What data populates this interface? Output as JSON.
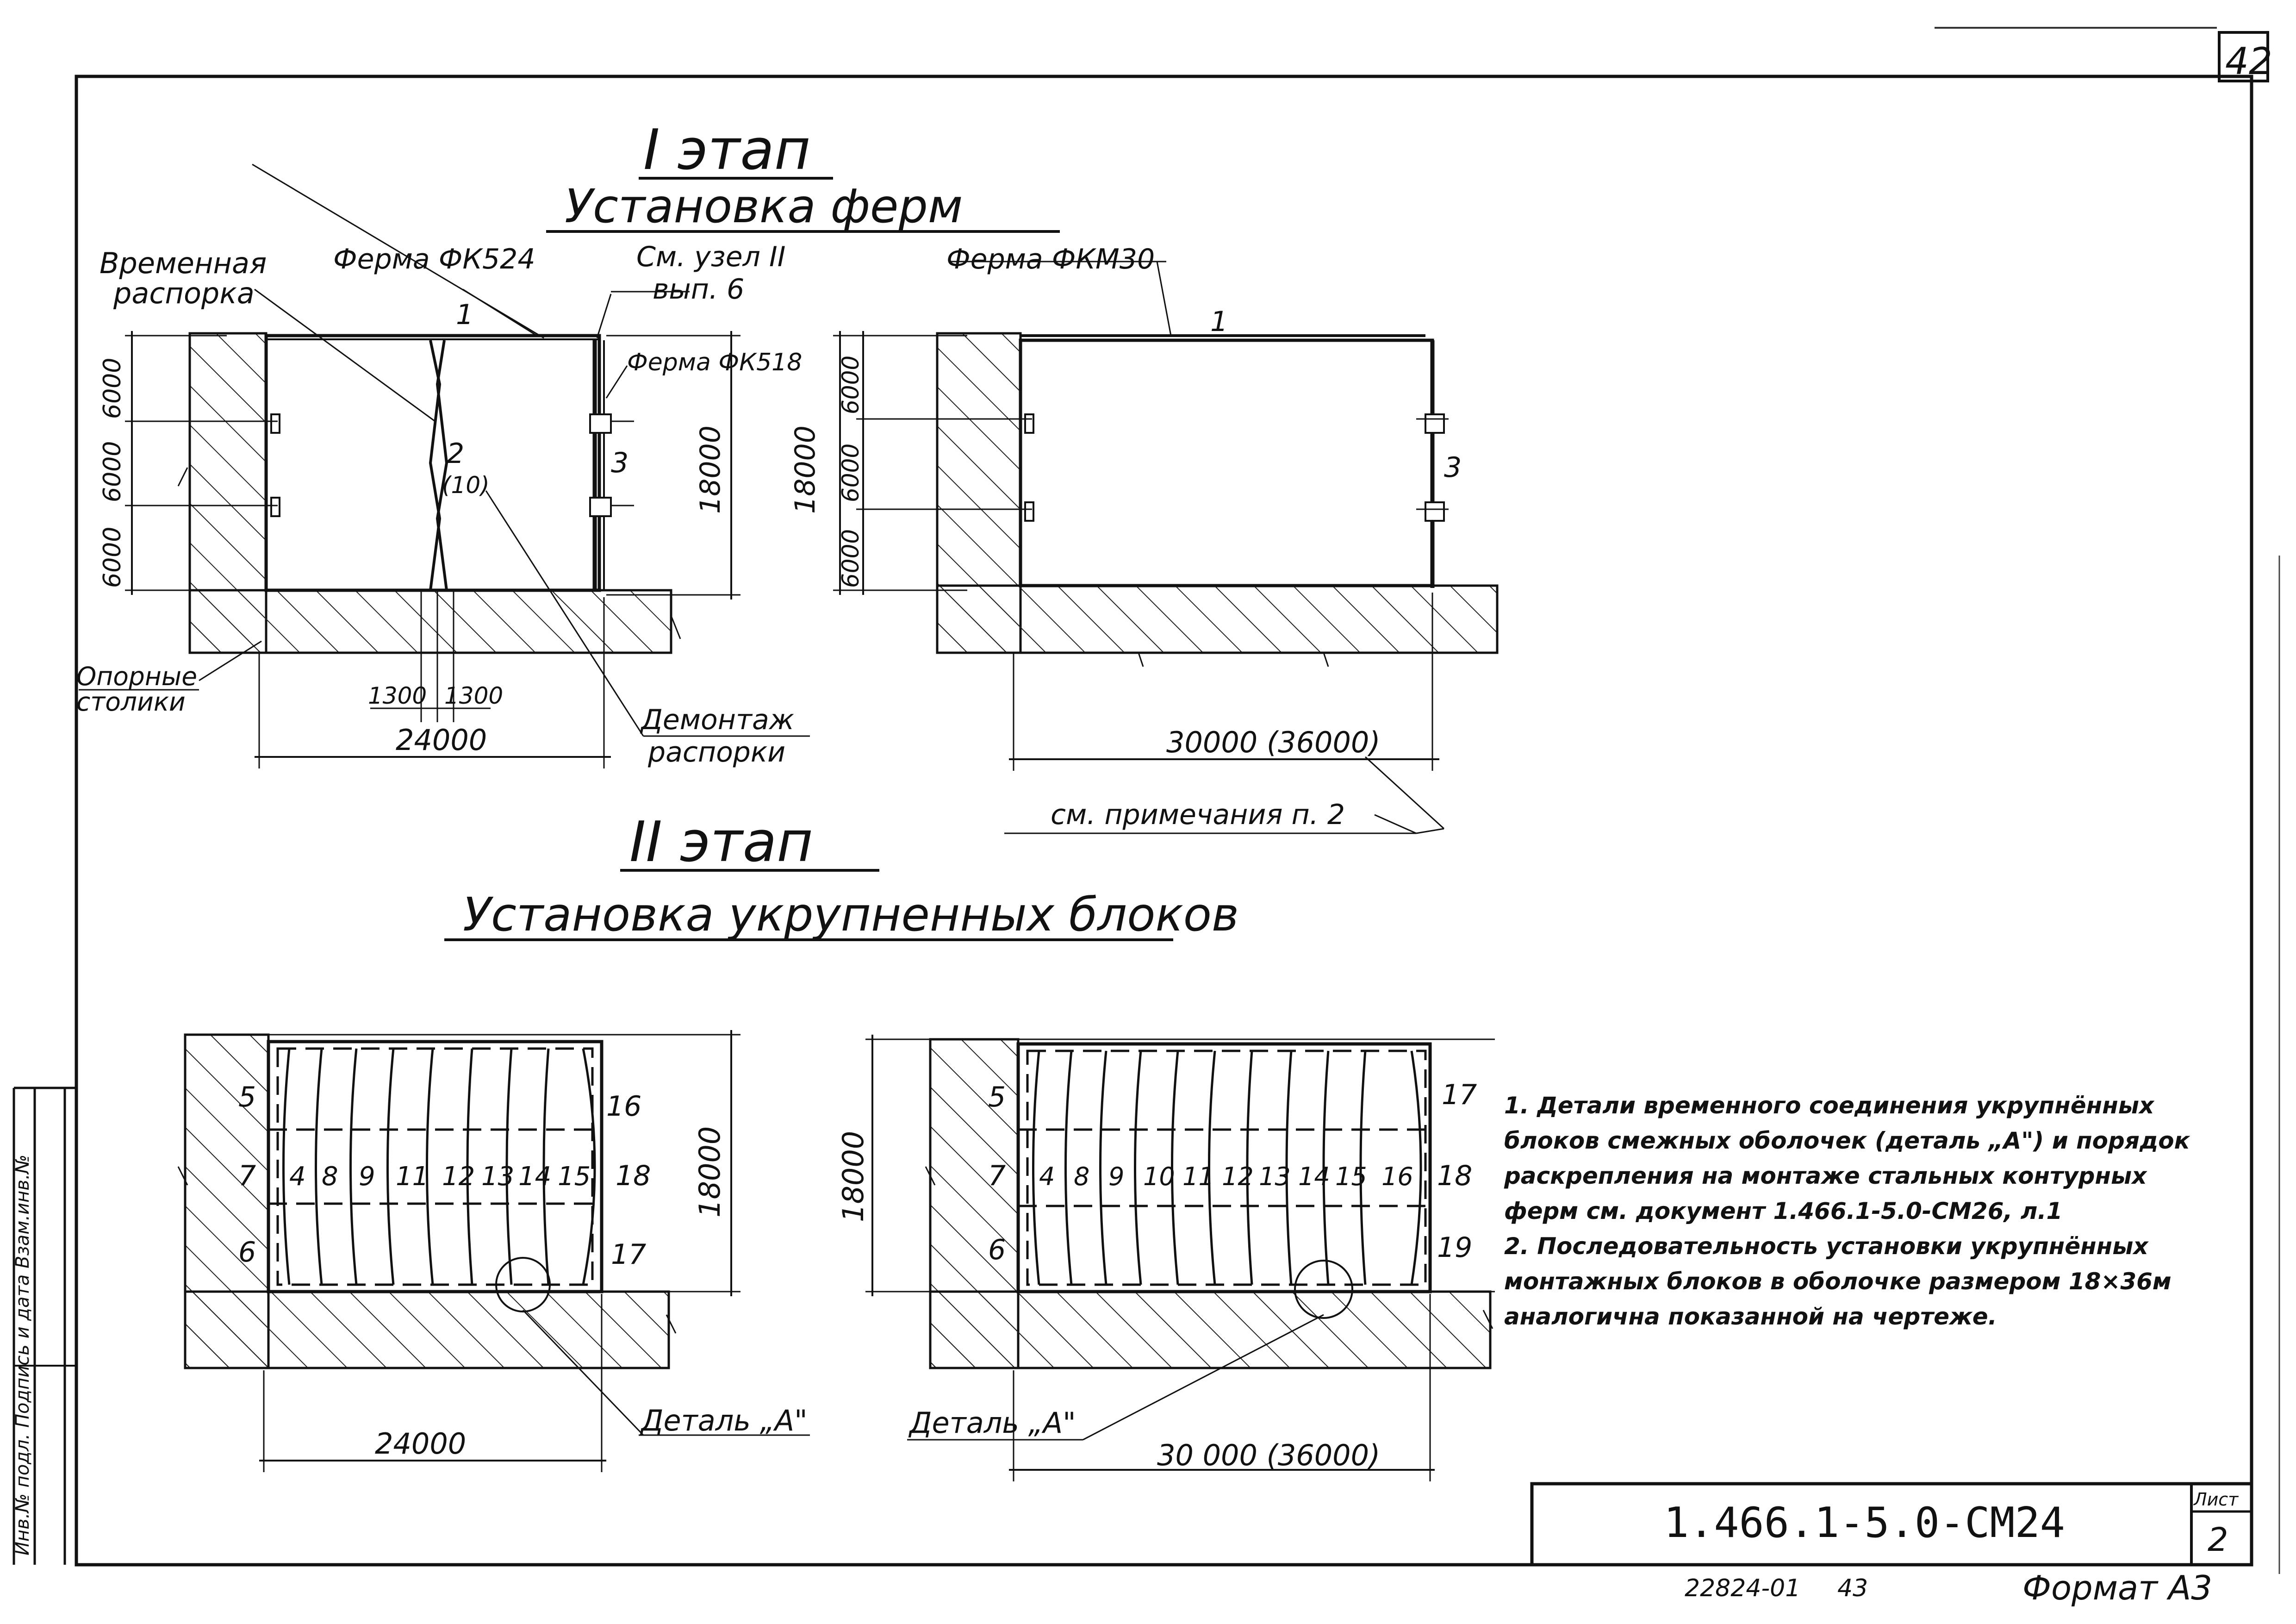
{
  "sheet": {
    "page_number": "42",
    "code": "1.466.1-5.0-СМ24",
    "list_label": "Лист",
    "list_number": "2",
    "format": "Формат А3",
    "inventory": "22824-01",
    "inventory_2": "43",
    "side_stamp": "Инв.№ подл. Подпись и дата Взам.инв.№"
  },
  "stage1": {
    "heading": "I этап",
    "subheading": "Установка ферм",
    "label_temp_strut_1": "Временная",
    "label_temp_strut_2": "распорка",
    "label_truss_fk524": "Ферма ФК524",
    "label_node_ref_1": "См. узел II",
    "label_node_ref_2": "вып. 6",
    "label_truss_fk518": "Ферма ФК518",
    "label_truss_fkm30": "Ферма ФКМ30",
    "label_support_1": "Опорные",
    "label_support_2": "столики",
    "label_dismantle_1": "Демонтаж",
    "label_dismantle_2": "распорки",
    "label_note_ref": "см. примечания п. 2",
    "dim_6000": "6000",
    "dim_18000": "18000",
    "dim_24000": "24000",
    "dim_30000": "30000 (36000)",
    "dim_1300": "1300",
    "num_1": "1",
    "num_2": "2",
    "num_2b": "(10)",
    "num_3": "3"
  },
  "stage2": {
    "heading": "II этап",
    "subheading": "Установка укрупненных блоков",
    "left_blocks": [
      "4",
      "8",
      "9",
      "11",
      "12",
      "13",
      "14",
      "15"
    ],
    "right_blocks": [
      "4",
      "8",
      "9",
      "10",
      "11",
      "12",
      "13",
      "14",
      "15",
      "16"
    ],
    "left_side": {
      "a": "5",
      "b": "7",
      "c": "6",
      "d": "16",
      "e": "18",
      "f": "17"
    },
    "right_side": {
      "a": "5",
      "b": "7",
      "c": "6",
      "d": "17",
      "e": "18",
      "f": "19"
    },
    "dim_18000": "18000",
    "dim_24000": "24000",
    "dim_30000": "30 000 (36000)",
    "detail_label": "Деталь „А\""
  },
  "notes": [
    "1. Детали временного соединения укрупнённых блоков смежных оболочек (деталь „А\") и порядок раскрепления на монтаже стальных контурных ферм см. документ 1.466.1-5.0-СМ26, л.1",
    "2. Последовательность установки укрупнённых монтажных блоков в оболочке размером 18×36м аналогична показанной на чертеже."
  ]
}
